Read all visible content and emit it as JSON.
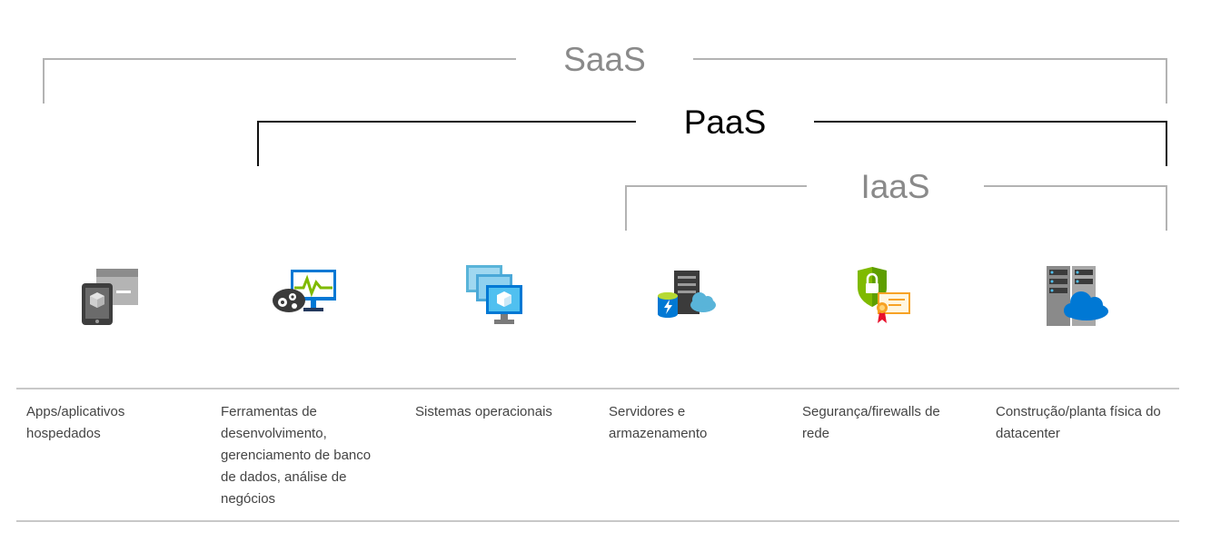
{
  "brackets": {
    "saas": "SaaS",
    "paas": "PaaS",
    "iaas": "IaaS"
  },
  "columns": [
    {
      "icon": "hosted-apps-icon",
      "label": "Apps/aplicativos hospedados"
    },
    {
      "icon": "development-tools-icon",
      "label": "Ferramentas de desenvolvimento, gerenciamento de banco de dados, análise de negócios"
    },
    {
      "icon": "operating-systems-icon",
      "label": "Sistemas operacionais"
    },
    {
      "icon": "servers-storage-icon",
      "label": "Servidores e armazenamento"
    },
    {
      "icon": "network-security-icon",
      "label": "Segurança/firewalls de rede"
    },
    {
      "icon": "datacenter-icon",
      "label": "Construção/planta física do datacenter"
    }
  ],
  "colors": {
    "saas_iaas_bracket": "#b3b3b3",
    "paas_bracket": "#111111",
    "azure_blue": "#0078d4",
    "light_blue": "#50c0f0",
    "green": "#7fba00"
  }
}
